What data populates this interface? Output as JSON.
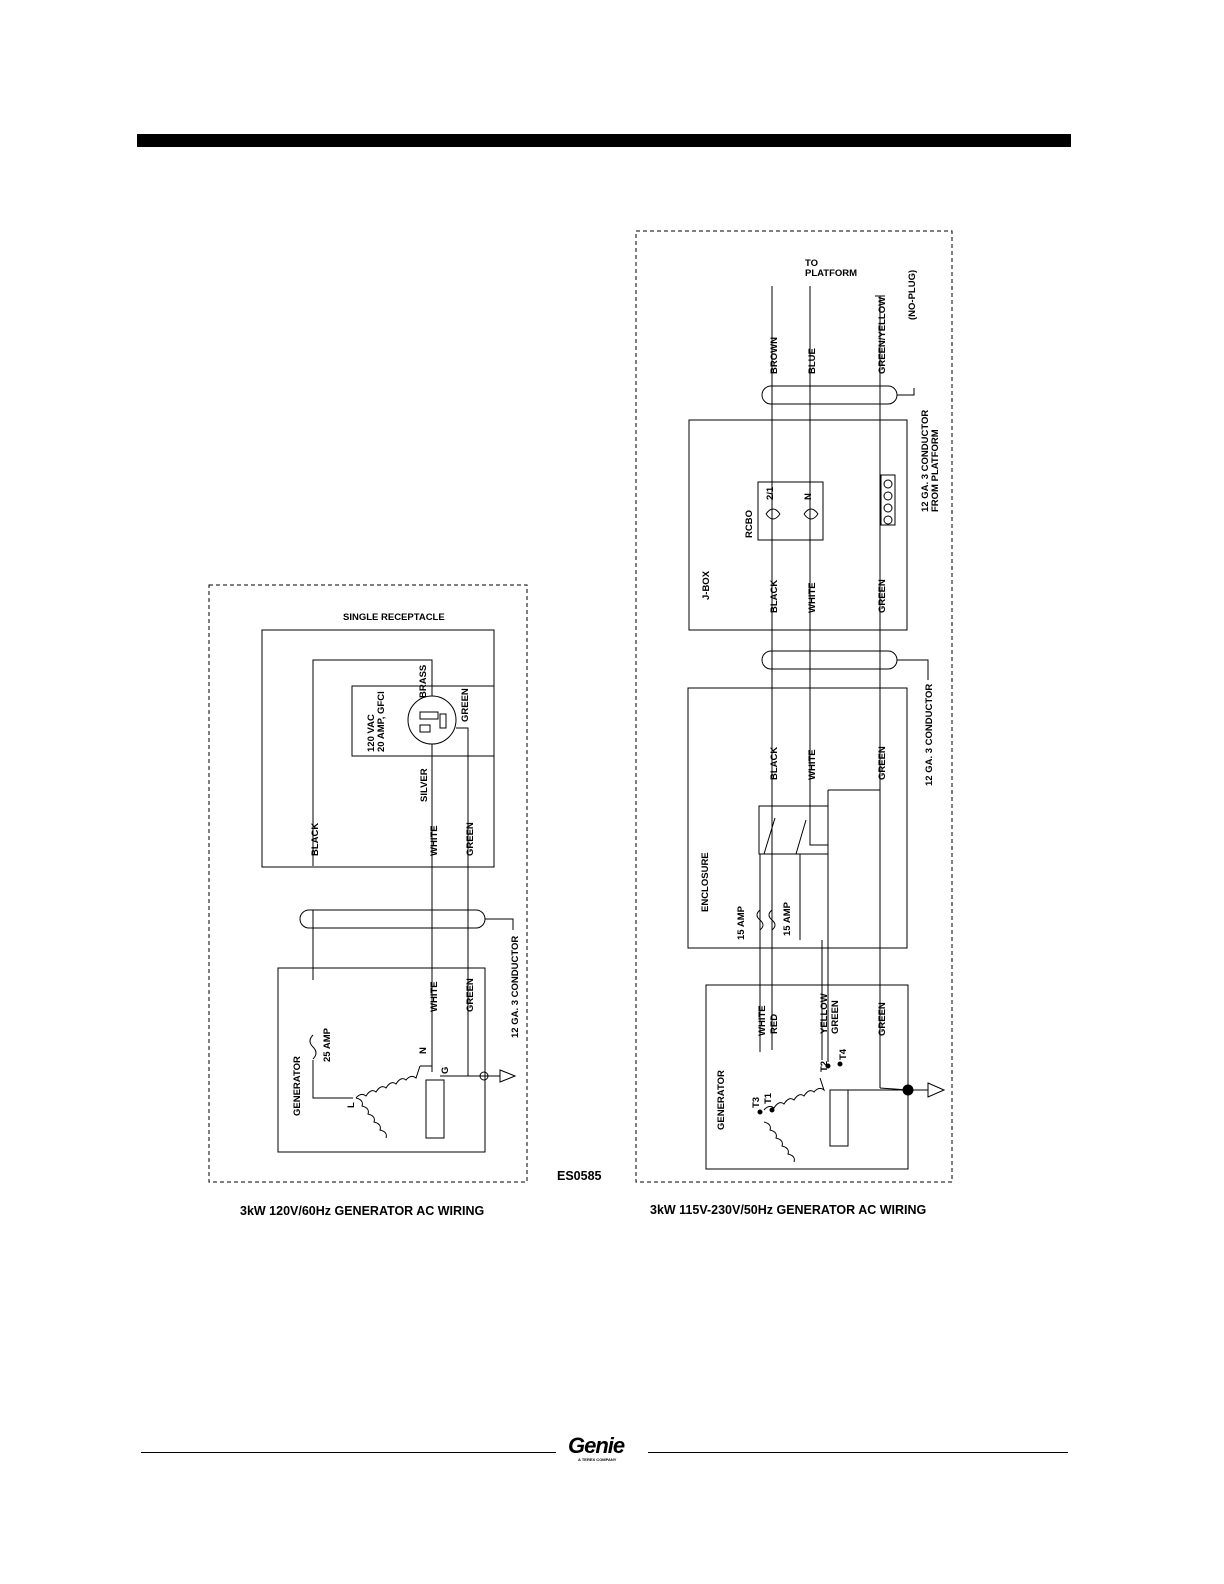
{
  "left_diagram": {
    "caption": "3kW 120V/60Hz GENERATOR AC WIRING",
    "drawing_number": "ES0585",
    "labels": {
      "single_receptacle": "SINGLE RECEPTACLE",
      "gfci_line1": "120 VAC",
      "gfci_line2": "20 AMP, GFCI",
      "brass": "BRASS",
      "green_terminal": "GREEN",
      "silver": "SILVER",
      "black": "BLACK",
      "white": "WHITE",
      "green": "GREEN",
      "white_gen": "WHITE",
      "green_gen": "GREEN",
      "conductor": "12 GA. 3 CONDUCTOR",
      "generator": "GENERATOR",
      "fuse": "25 AMP",
      "terminal_n": "N",
      "terminal_l": "L",
      "terminal_g": "G"
    }
  },
  "right_diagram": {
    "caption": "3kW 115V-230V/50Hz GENERATOR AC WIRING",
    "labels": {
      "to_platform_1": "TO",
      "to_platform_2": "PLATFORM",
      "no_plug": "(NO-PLUG)",
      "brown": "BROWN",
      "blue": "BLUE",
      "green_yellow": "GREEN/YELLOW",
      "from_platform_1": "12 GA. 3 CONDUCTOR",
      "from_platform_2": "FROM PLATFORM",
      "rcbo": "RCBO",
      "rcbo_2_1": "2/1",
      "rcbo_n": "N",
      "jbox": "J-BOX",
      "black_jbox": "BLACK",
      "white_jbox": "WHITE",
      "green_jbox": "GREEN",
      "conductor": "12 GA. 3 CONDUCTOR",
      "black_enc": "BLACK",
      "white_enc": "WHITE",
      "green_enc": "GREEN",
      "enclosure": "ENCLOSURE",
      "fuse_1": "15 AMP",
      "fuse_2": "15 AMP",
      "white_gen": "WHITE",
      "red_gen": "RED",
      "yellow_gen": "YELLOW",
      "green_gen_1": "GREEN",
      "green_gen_2": "GREEN",
      "generator": "GENERATOR",
      "t1": "T1",
      "t2": "T2",
      "t3": "T3",
      "t4": "T4"
    }
  },
  "footer": {
    "logo_text": "Genie",
    "logo_subtext": "A TEREX COMPANY"
  }
}
